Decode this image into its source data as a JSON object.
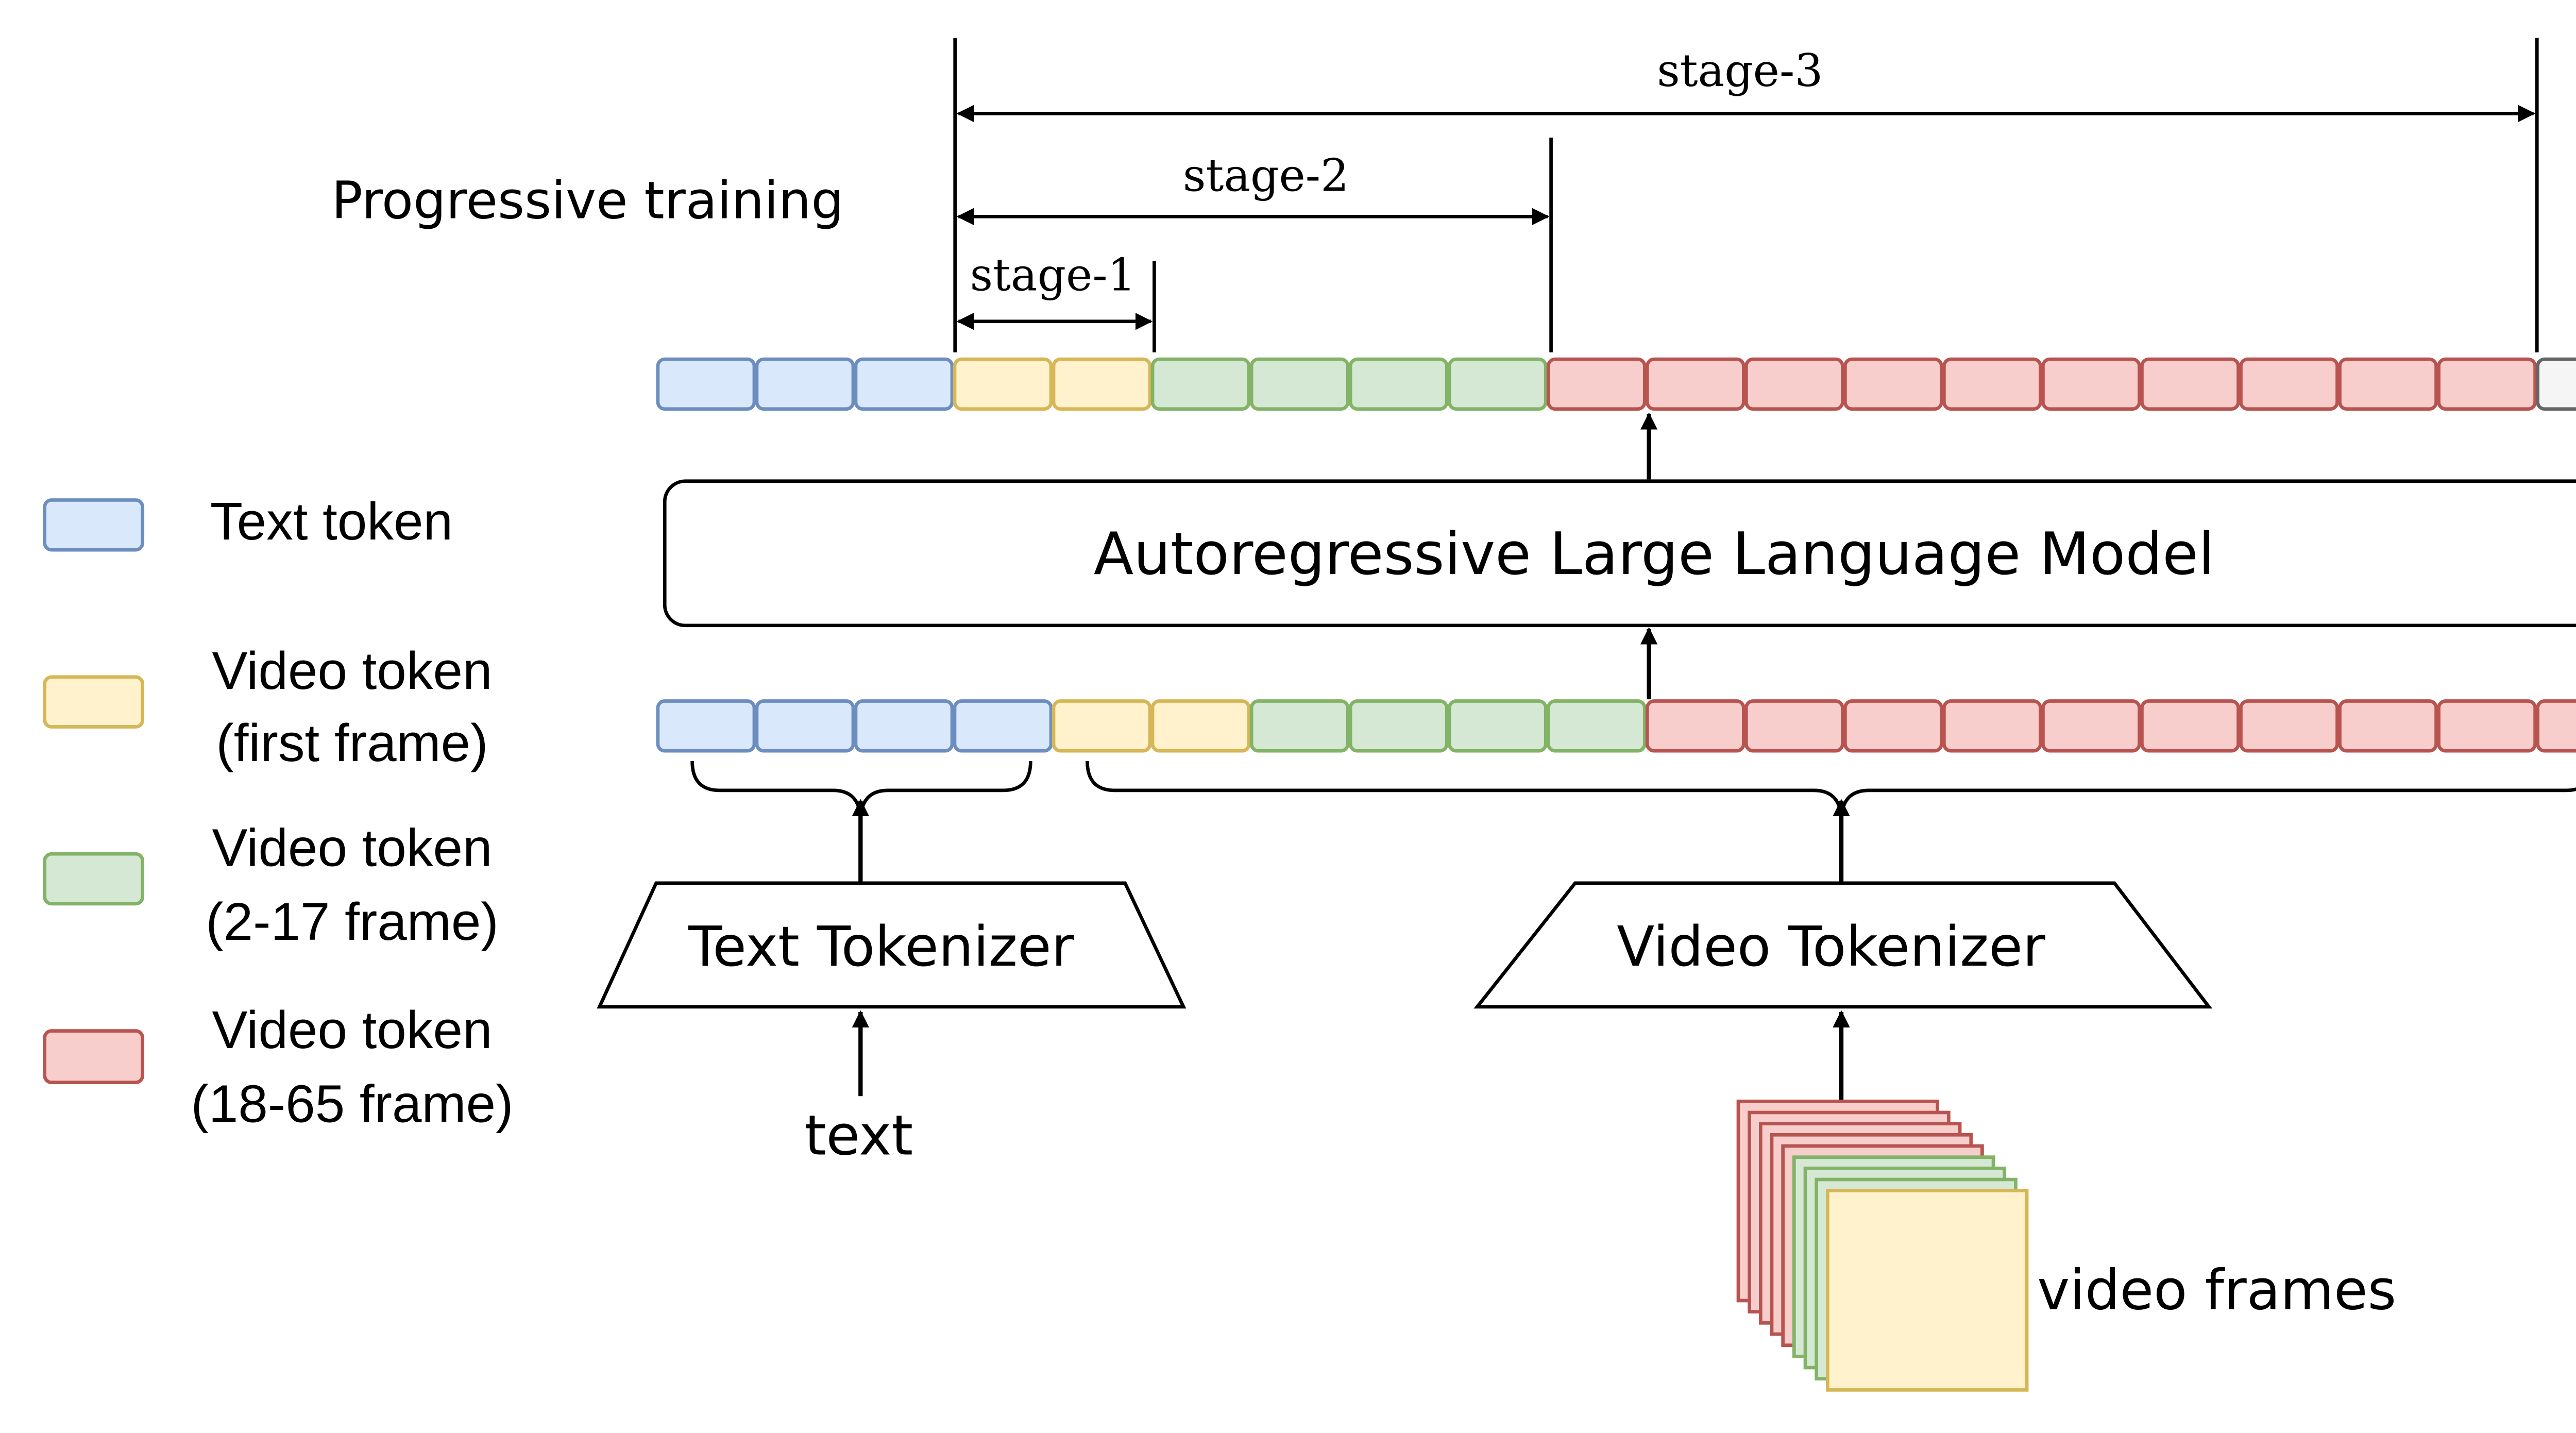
{
  "progressive_training": {
    "title": "Progressive training",
    "stages": [
      {
        "label": "stage-1"
      },
      {
        "label": "stage-2"
      },
      {
        "label": "stage-3"
      }
    ]
  },
  "model": {
    "label": "Autoregressive Large Language Model"
  },
  "output_sequence": [
    "text",
    "text",
    "text",
    "first",
    "first",
    "mid",
    "mid",
    "mid",
    "mid",
    "late",
    "late",
    "late",
    "late",
    "late",
    "late",
    "late",
    "late",
    "late",
    "late",
    "pad"
  ],
  "input_sequence": [
    "text",
    "text",
    "text",
    "text",
    "first",
    "first",
    "mid",
    "mid",
    "mid",
    "mid",
    "late",
    "late",
    "late",
    "late",
    "late",
    "late",
    "late",
    "late",
    "late",
    "late"
  ],
  "legend": [
    {
      "key": "text",
      "line1": "Text token",
      "line2": ""
    },
    {
      "key": "first",
      "line1": "Video token",
      "line2": "(first frame)"
    },
    {
      "key": "mid",
      "line1": "Video token",
      "line2": "(2-17 frame)"
    },
    {
      "key": "late",
      "line1": "Video token",
      "line2": "(18-65 frame)"
    }
  ],
  "text_tokenizer": {
    "label": "Text Tokenizer",
    "input_label": "text"
  },
  "video_tokenizer": {
    "label": "Video Tokenizer",
    "input_label": "video frames"
  },
  "colors": {
    "text": {
      "fill": "#dae8fc",
      "stroke": "#6c8ebf"
    },
    "first": {
      "fill": "#fff2cc",
      "stroke": "#d6b656"
    },
    "mid": {
      "fill": "#d5e8d4",
      "stroke": "#82b366"
    },
    "late": {
      "fill": "#f8cecc",
      "stroke": "#b85450"
    },
    "pad": {
      "fill": "#f5f5f5",
      "stroke": "#666666"
    }
  }
}
